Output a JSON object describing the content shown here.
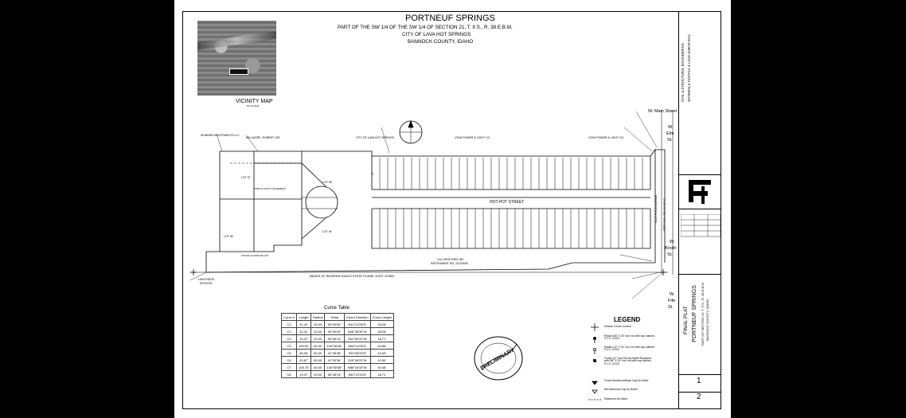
{
  "header": {
    "title": "PORTNEUF SPRINGS",
    "line1": "PART OF THE SW 1/4 OF THE SW 1/4 OF SECTION 21, T. 9 S., R. 38 E.B.M.",
    "line2": "CITY OF LAVA HOT SPRINGS",
    "line3": "BANNOCK COUNTY, IDAHO"
  },
  "vicinity": {
    "title": "VICINITY MAP",
    "scale": "NO SCALE"
  },
  "streets": {
    "main": "W. Main Street",
    "elm_a": "W.",
    "elm_b": "Elm",
    "elm_c": "St.",
    "hotpot": "HOT-POT STREET",
    "booth_a": "W.",
    "booth_b": "Booth",
    "booth_c": "St.",
    "fife_a": "W.",
    "fife_b": "Fife",
    "fife_c": "St."
  },
  "annotations": {
    "basis": "(BASIS OF BEARING IDAHO STATE PLANE, EAST ZONE)",
    "caj": "CAJ VENTURES INC",
    "caj_inst": "INSTRUMENT NO. 22123636",
    "city": "CITY OF LAVA HOT SPRINGS",
    "utah1": "UTAH POWER & LIGHT CO.",
    "utah2": "UTAH POWER & LIGHT CO.",
    "skinner": "SKINNER INVESTMENTS LLC",
    "willmore": "WILLMORE, ROBERT LEE",
    "lava_ridge_a": "LAVA RIDGE",
    "lava_ridge_b": "ESTATES",
    "found_cap": "FOUND ALUMINUM CAP",
    "utility": "PUBLIC UTILITY EASEMENT",
    "lot94": "LOT 94",
    "lot95": "LOT 95",
    "lot96": "LOT 96",
    "lot97": "LOT 97",
    "south_ave": "SOUTH ELM AVENUE",
    "sale": "(Width Varies, Was Vacated to)"
  },
  "curve_table": {
    "title": "Curve Table",
    "columns": [
      "Curve #",
      "Length",
      "Radius",
      "Delta",
      "Chord Direction",
      "Chord Length"
    ],
    "rows": [
      [
        "C1",
        "31.42'",
        "20.00",
        "90°00'00\"",
        "N44°13'26\"E",
        "28.28'"
      ],
      [
        "C2",
        "31.42'",
        "20.00",
        "90°00'00\"",
        "N45°46'34\"W",
        "28.28'"
      ],
      [
        "C3",
        "19.47'",
        "20.00",
        "55°46'14\"",
        "S61°59'22\"W",
        "18.71'"
      ],
      [
        "C4",
        "109.02'",
        "60.00",
        "104°06'08\"",
        "N86°10'05\"E",
        "94.68'"
      ],
      [
        "C5",
        "45.06'",
        "60.00",
        "41°36'48\"",
        "S20°58'43\"E",
        "42.63'"
      ],
      [
        "C6",
        "43.87'",
        "60.00",
        "41°53'36\"",
        "S20°46'23\"W",
        "42.90'"
      ],
      [
        "C7",
        "108.75'",
        "60.00",
        "103°50'58\"",
        "N86°18'33\"W",
        "94.48'"
      ],
      [
        "C8",
        "19.47'",
        "20.00",
        "55°46'14\"",
        "S62°13'33\"E",
        "18.71'"
      ]
    ]
  },
  "legend": {
    "title": "LEGEND",
    "items": [
      "Section Corner Control",
      "Placed 5/8\" X 24\" Iron rod with cap marked P.L.S. 12224",
      "Placed 1/2\" X 24\" Iron rod with cap marked P.L.S. 12224",
      "Found 1/2\" Iron Rod As Noted Replaced with 5/8\" X 24\" Iron rod with cap marked P.L.S. 12224",
      "Found Aluminum/Brass Cap As Noted",
      "Set Aluminum Cap As Noted",
      "Easement As Noted"
    ]
  },
  "stamp": {
    "text": "PRELIMINARY"
  },
  "title_block": {
    "firm1": "CIVIL & STRUCTURAL ENGINEERING",
    "firm2": "MATERIALS TESTING & LAND SURVEYING",
    "final_plat": "FINAL PLAT",
    "name": "PORTNEUF SPRINGS",
    "desc": "PART OF SECTION 21, T. 9 S., R. 38 E.B.M.",
    "county": "BANNOCK COUNTY, IDAHO",
    "sheet": "1",
    "of": "2"
  }
}
